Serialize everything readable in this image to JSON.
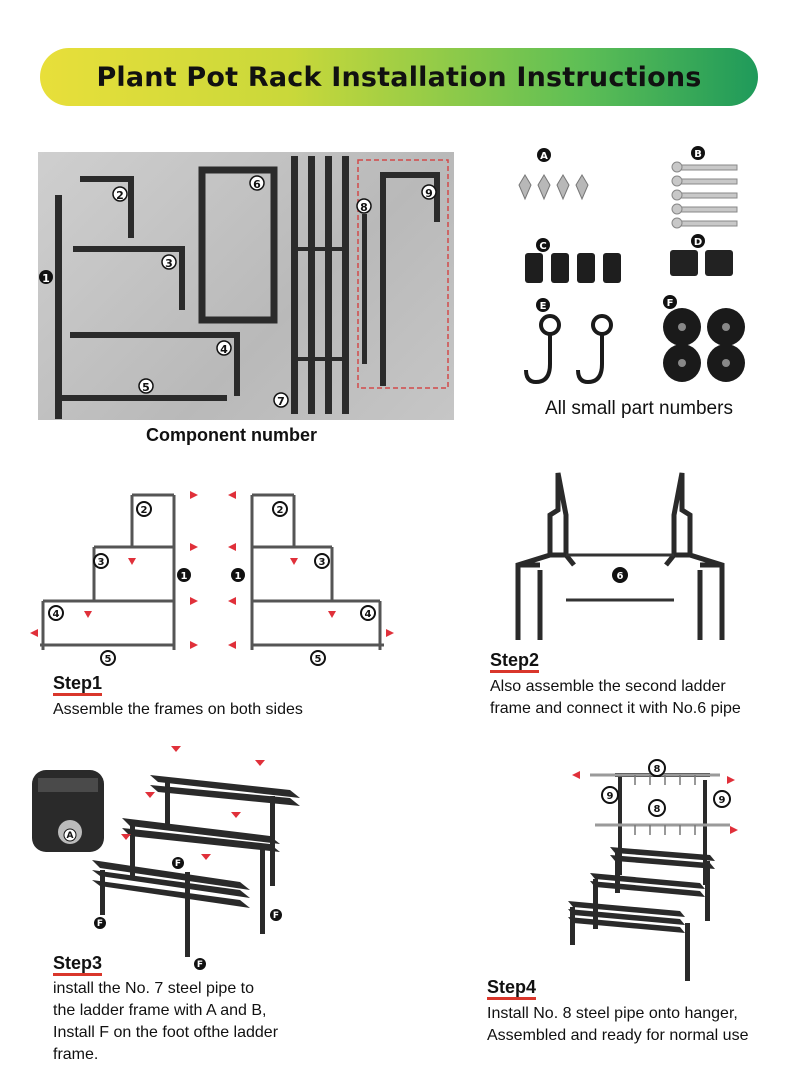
{
  "title": "Plant Pot Rack Installation Instructions",
  "components_caption": "Component number",
  "small_parts_caption": "All small part numbers",
  "component_labels": [
    "1",
    "2",
    "3",
    "4",
    "5",
    "6",
    "7",
    "8",
    "9"
  ],
  "part_labels": [
    "A",
    "B",
    "C",
    "D",
    "E",
    "F"
  ],
  "steps": [
    {
      "title": "Step1",
      "lines": [
        "Assemble the frames on both sides"
      ]
    },
    {
      "title": "Step2",
      "lines": [
        "Also assemble the second ladder",
        "frame and connect it with No.6 pipe"
      ]
    },
    {
      "title": "Step3",
      "lines": [
        "install the No. 7 steel   pipe to",
        "the ladder frame with A and B,",
        "Install F on the foot ofthe ladder",
        "frame."
      ]
    },
    {
      "title": "Step4",
      "lines": [
        "Install No. 8 steel pipe onto hanger,",
        "Assembled and ready for normal use"
      ]
    }
  ],
  "colors": {
    "banner_start": "#e8df3a",
    "banner_end": "#1f9a5a",
    "arrow": "#e0303a",
    "frame": "#2a2a2a",
    "underline": "#d9362b"
  }
}
